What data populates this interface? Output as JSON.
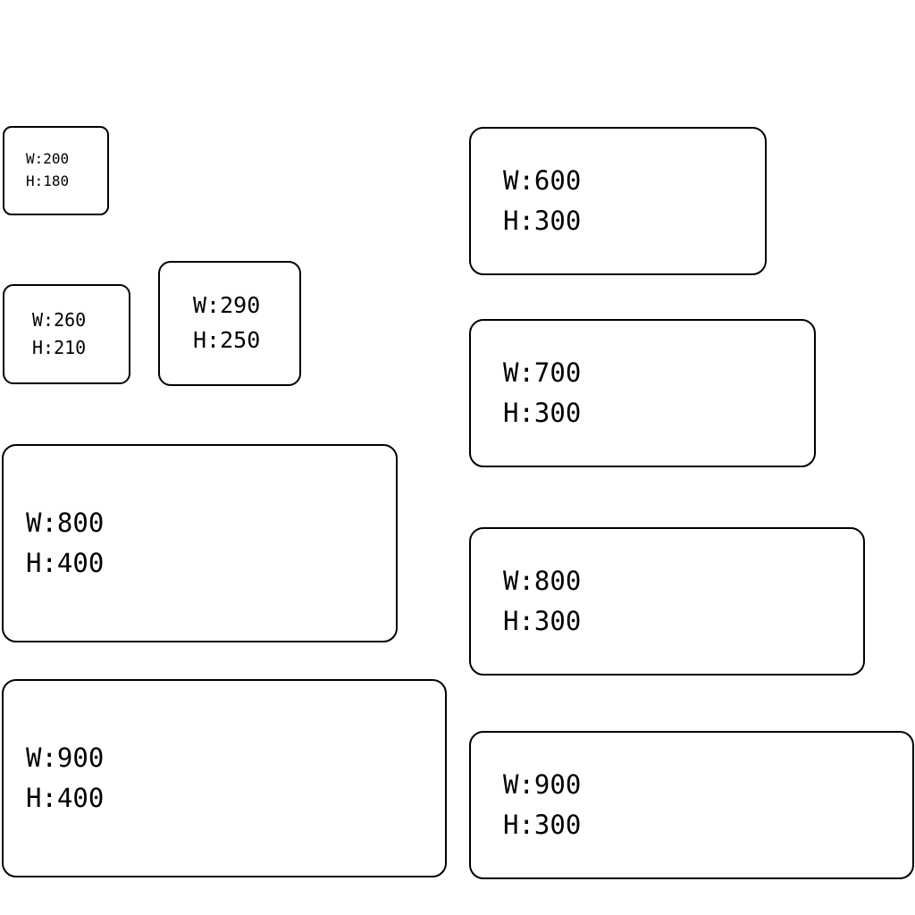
{
  "page": {
    "background_color": "#ffffff",
    "box_border_color": "#000000",
    "box_fill_color": "#ffffff",
    "text_color": "#000000"
  },
  "boxes": [
    {
      "name": "box-200x180",
      "w_label": "W:200",
      "h_label": "H:180",
      "width_value": 200,
      "height_value": 180
    },
    {
      "name": "box-260x210",
      "w_label": "W:260",
      "h_label": "H:210",
      "width_value": 260,
      "height_value": 210
    },
    {
      "name": "box-290x250",
      "w_label": "W:290",
      "h_label": "H:250",
      "width_value": 290,
      "height_value": 250
    },
    {
      "name": "box-800x400",
      "w_label": "W:800",
      "h_label": "H:400",
      "width_value": 800,
      "height_value": 400
    },
    {
      "name": "box-900x400",
      "w_label": "W:900",
      "h_label": "H:400",
      "width_value": 900,
      "height_value": 400
    },
    {
      "name": "box-600x300",
      "w_label": "W:600",
      "h_label": "H:300",
      "width_value": 600,
      "height_value": 300
    },
    {
      "name": "box-700x300",
      "w_label": "W:700",
      "h_label": "H:300",
      "width_value": 700,
      "height_value": 300
    },
    {
      "name": "box-800x300",
      "w_label": "W:800",
      "h_label": "H:300",
      "width_value": 800,
      "height_value": 300
    },
    {
      "name": "box-900x300",
      "w_label": "W:900",
      "h_label": "H:300",
      "width_value": 900,
      "height_value": 300
    }
  ]
}
